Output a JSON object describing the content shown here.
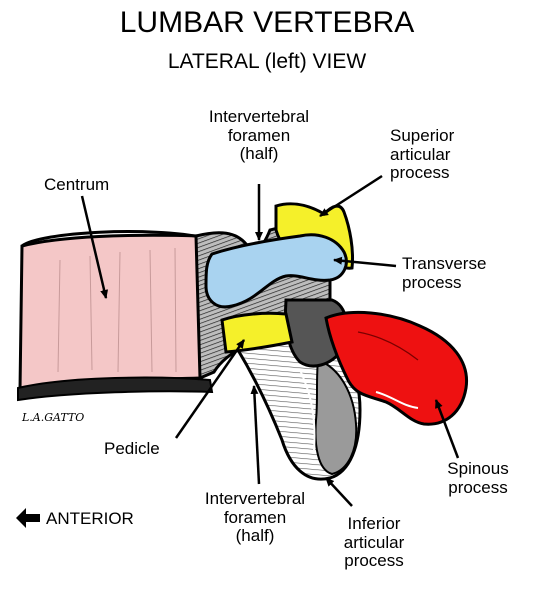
{
  "title": "LUMBAR VERTEBRA",
  "subtitle": "LATERAL  (left)  VIEW",
  "signature": "L.A.GATTO",
  "direction_label": "ANTERIOR",
  "colors": {
    "centrum": "#f4c7c7",
    "transverse_process": "#a9d3f0",
    "articular": "#f5f02a",
    "spinous_process": "#ee1111",
    "inferior_shading": "#9a9a9a",
    "outline": "#000000"
  },
  "labels": {
    "centrum": "Centrum",
    "foramen_top": [
      "Intervertebral",
      "foramen",
      "(half)"
    ],
    "superior_articular": [
      "Superior",
      "articular",
      "process"
    ],
    "transverse": [
      "Transverse",
      "process"
    ],
    "pedicle": "Pedicle",
    "foramen_bottom": [
      "Intervertebral",
      "foramen",
      "(half)"
    ],
    "inferior_articular": [
      "Inferior",
      "articular",
      "process"
    ],
    "spinous": [
      "Spinous",
      "process"
    ]
  }
}
